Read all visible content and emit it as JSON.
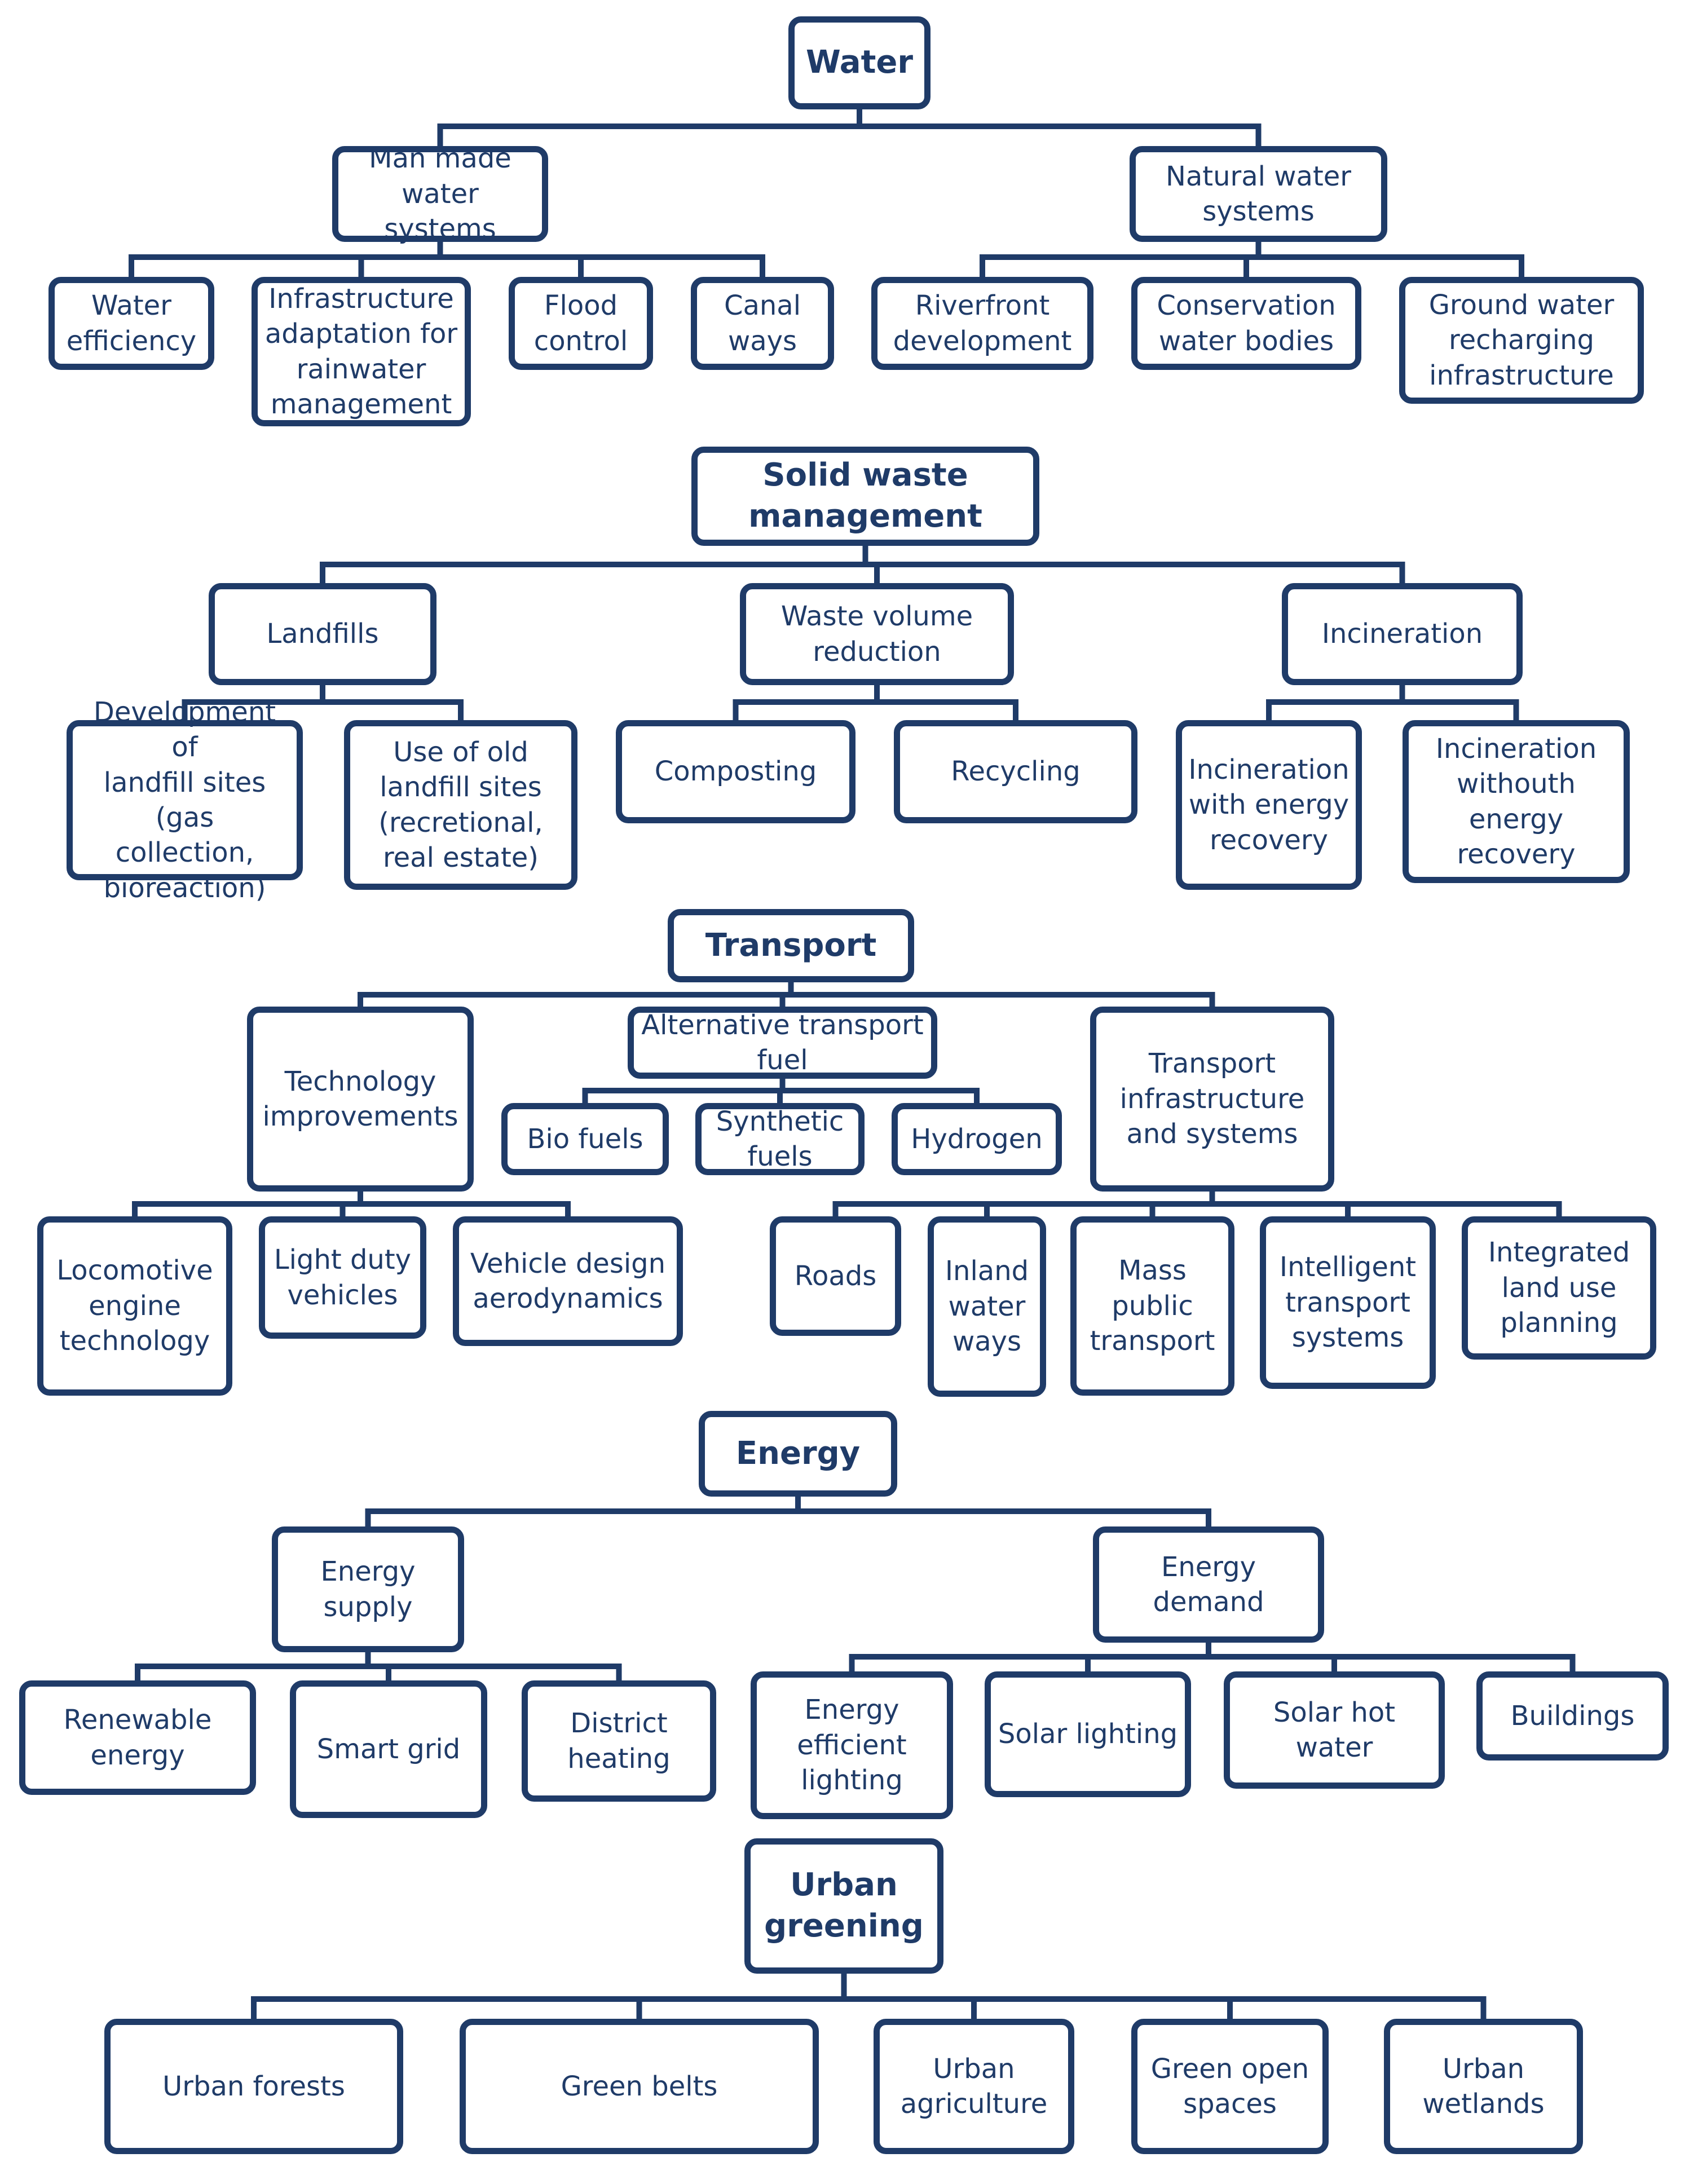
{
  "colors": {
    "stroke": "#1f3b68",
    "text": "#1f3b68",
    "background": "#ffffff"
  },
  "nodes": {
    "water": "Water",
    "man_made_water_systems": "Man made\nwater systems",
    "natural_water_systems": "Natural water\nsystems",
    "water_efficiency": "Water\nefficiency",
    "infrastructure_adaptation": "Infrastructure\nadaptation for\nrainwater\nmanagement",
    "flood_control": "Flood\ncontrol",
    "canal_ways": "Canal\nways",
    "riverfront_development": "Riverfront\ndevelopment",
    "conservation_water_bodies": "Conservation\nwater bodies",
    "ground_water_recharging": "Ground water\nrecharging\ninfrastructure",
    "solid_waste_management": "Solid waste\nmanagement",
    "landfills": "Landfills",
    "waste_volume_reduction": "Waste volume\nreduction",
    "incineration": "Incineration",
    "development_of_landfill_sites": "Development of\nlandfill sites (gas\ncollection,\nbioreaction)",
    "use_of_old_landfill_sites": "Use of old\nlandfill sites\n(recretional,\nreal estate)",
    "composting": "Composting",
    "recycling": "Recycling",
    "incineration_with_energy_recovery": "Incineration\nwith energy\nrecovery",
    "incineration_without_energy_recovery": "Incineration\nwithouth\nenergy\nrecovery",
    "transport": "Transport",
    "technology_improvements": "Technology\nimprovements",
    "alternative_transport_fuel": "Alternative transport\nfuel",
    "transport_infrastructure_and_systems": "Transport\ninfrastructure\nand systems",
    "bio_fuels": "Bio fuels",
    "synthetic_fuels": "Synthetic\nfuels",
    "hydrogen": "Hydrogen",
    "locomotive_engine_technology": "Locomotive\nengine\ntechnology",
    "light_duty_vehicles": "Light duty\nvehicles",
    "vehicle_design_aerodynamics": "Vehicle design\naerodynamics",
    "roads": "Roads",
    "inland_water_ways": "Inland\nwater\nways",
    "mass_public_transport": "Mass\npublic\ntransport",
    "intelligent_transport_systems": "Intelligent\ntransport\nsystems",
    "integrated_land_use_planning": "Integrated\nland use\nplanning",
    "energy": "Energy",
    "energy_supply": "Energy\nsupply",
    "energy_demand": "Energy\ndemand",
    "renewable_energy": "Renewable\nenergy",
    "smart_grid": "Smart grid",
    "district_heating": "District\nheating",
    "energy_efficient_lighting": "Energy\nefficient\nlighting",
    "solar_lighting": "Solar lighting",
    "solar_hot_water": "Solar hot\nwater",
    "buildings": "Buildings",
    "urban_greening": "Urban\ngreening",
    "urban_forests": "Urban forests",
    "green_belts": "Green belts",
    "urban_agriculture": "Urban\nagriculture",
    "green_open_spaces": "Green open\nspaces",
    "urban_wetlands": "Urban\nwetlands"
  }
}
